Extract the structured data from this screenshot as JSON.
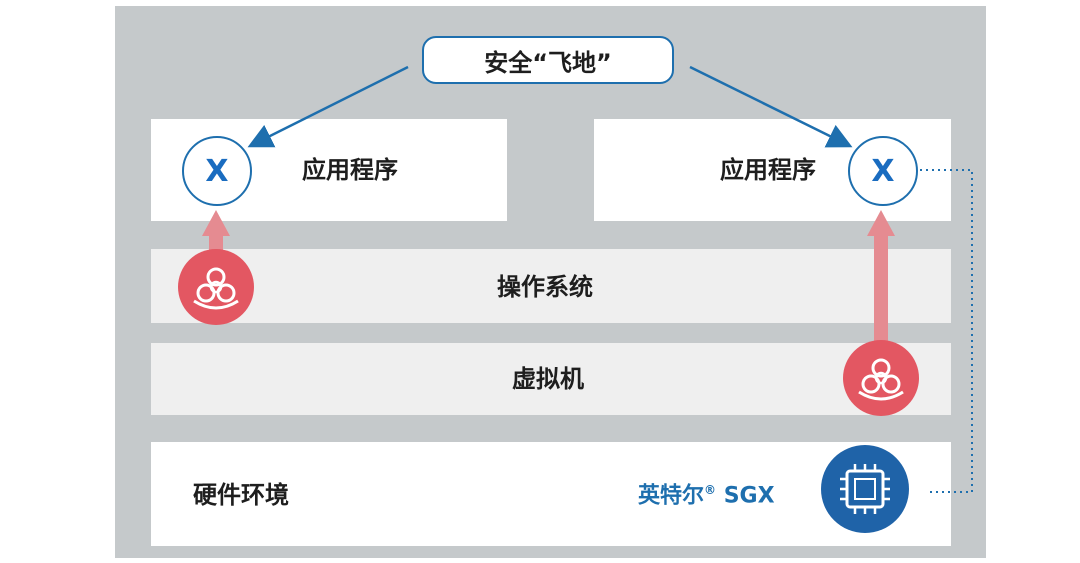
{
  "enclave_label": "安全“飞地”",
  "app_left": {
    "label": "应用程序",
    "marker": "X"
  },
  "app_right": {
    "label": "应用程序",
    "marker": "X"
  },
  "layers": {
    "os": "操作系统",
    "vm": "虚拟机",
    "hardware": "硬件环境"
  },
  "sgx": {
    "brand": "英特尔",
    "reg": "®",
    "name": "SGX"
  },
  "icons": [
    "biohazard-icon",
    "chip-icon"
  ],
  "colors": {
    "frame": "#c5c9cb",
    "accent_blue": "#1e6fae",
    "threat_red": "#e35762",
    "threat_arrow": "#e58b91",
    "band_light": "#efefef"
  }
}
